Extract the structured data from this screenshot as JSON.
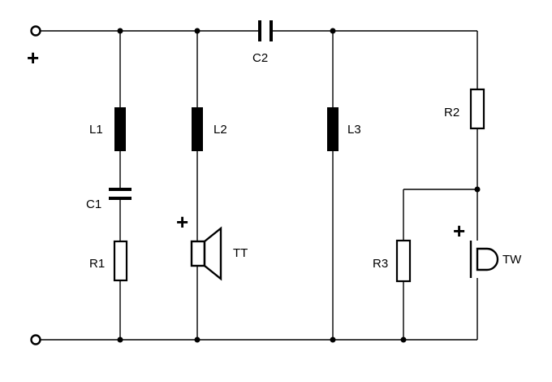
{
  "terminals": {
    "plus_sign": "+"
  },
  "components": {
    "L1": "L1",
    "L2": "L2",
    "L3": "L3",
    "C1": "C1",
    "C2": "C2",
    "R1": "R1",
    "R2": "R2",
    "R3": "R3",
    "TT": "TT",
    "TW": "TW"
  },
  "polarity": {
    "tt_plus": "+",
    "tw_plus": "+"
  },
  "colors": {
    "ink": "#000000",
    "background": "#ffffff"
  }
}
